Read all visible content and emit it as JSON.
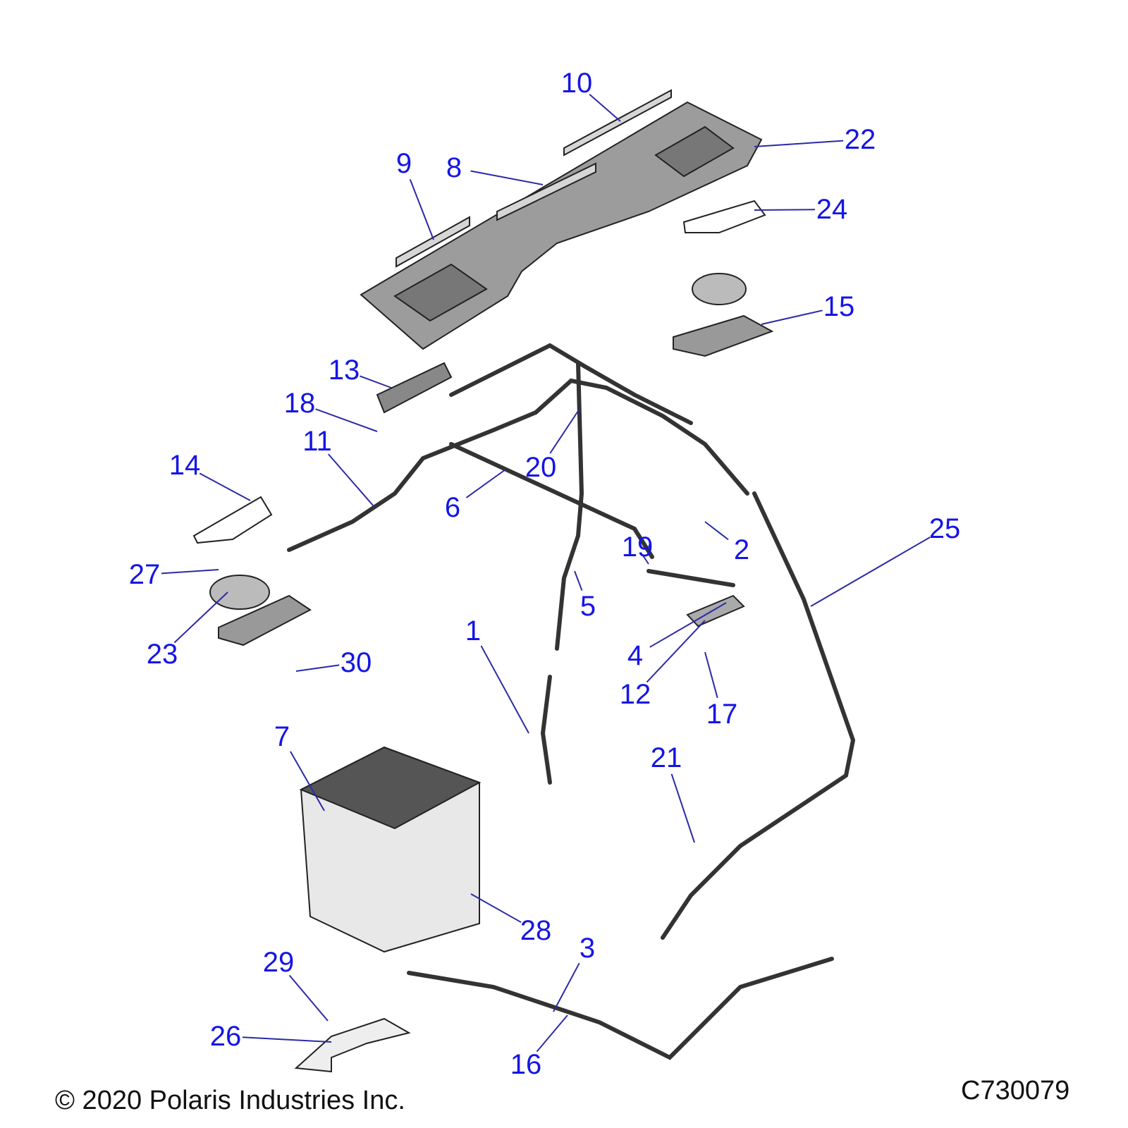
{
  "diagram": {
    "callouts": [
      "10",
      "22",
      "9",
      "8",
      "24",
      "15",
      "13",
      "18",
      "11",
      "20",
      "6",
      "14",
      "2",
      "25",
      "19",
      "27",
      "5",
      "1",
      "4",
      "12",
      "23",
      "30",
      "17",
      "21",
      "7",
      "28",
      "3",
      "29",
      "26",
      "16"
    ],
    "colors": {
      "label": "#1515e6",
      "leader": "#2a2aa8",
      "part_fill": "#d6d6d6",
      "part_stroke": "#222222"
    }
  },
  "footer": {
    "copyright": "© 2020 Polaris Industries Inc.",
    "drawing_id": "C730079"
  }
}
